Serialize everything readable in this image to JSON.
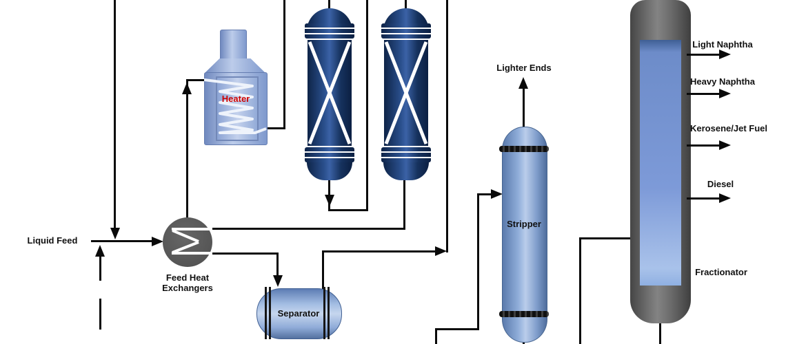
{
  "labels": {
    "liquid_feed": "Liquid Feed",
    "feed_heat_exchangers_line1": "Feed Heat",
    "feed_heat_exchangers_line2": "Exchangers",
    "heater": "Heater",
    "separator": "Separator",
    "stripper": "Stripper",
    "lighter_ends": "Lighter Ends",
    "fractionator": "Fractionator"
  },
  "products": [
    {
      "label": "Light Naphtha"
    },
    {
      "label": "Heavy Naphtha"
    },
    {
      "label": "Kerosene/Jet Fuel"
    },
    {
      "label": "Diesel"
    }
  ],
  "colors": {
    "line": "#0a0a0a",
    "heater_label": "#cc0000",
    "vessel_blue": "#7d9ad8",
    "vessel_blue_light": "#bacdeb",
    "reactor_navy": "#1c3a6b",
    "exchanger_gray": "#595959",
    "fractionator_shell_gray": "#6b6b6b"
  }
}
